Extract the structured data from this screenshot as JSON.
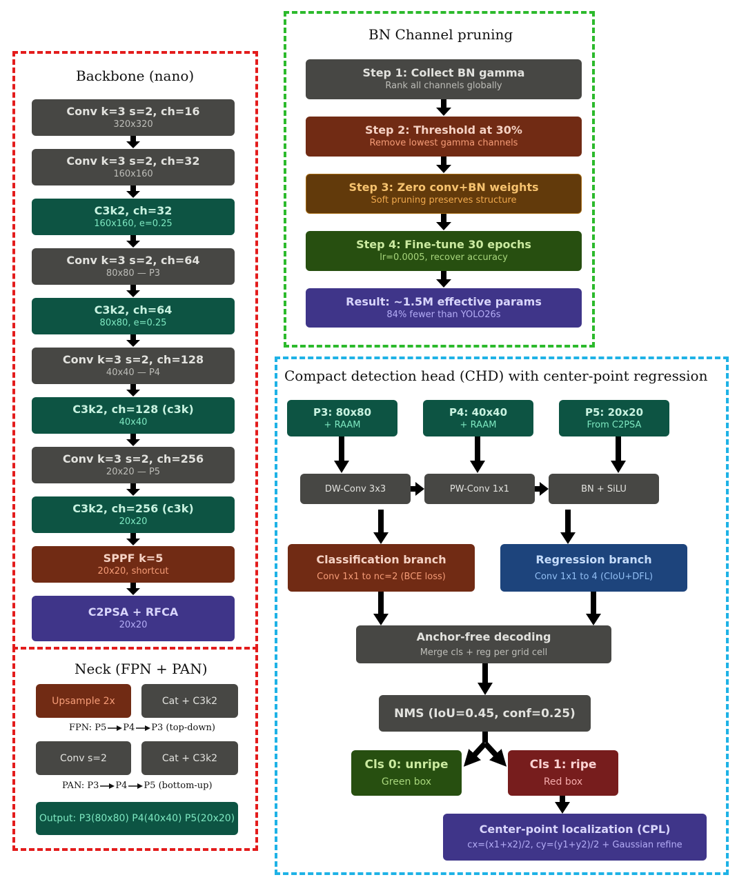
{
  "backbone": {
    "title": "Backbone (nano)",
    "blocks": [
      {
        "title": "Conv k=3 s=2, ch=16",
        "sub": "320x320"
      },
      {
        "title": "Conv k=3 s=2, ch=32",
        "sub": "160x160"
      },
      {
        "title": "C3k2, ch=32",
        "sub": "160x160, e=0.25"
      },
      {
        "title": "Conv k=3 s=2, ch=64",
        "sub": "80x80 — P3"
      },
      {
        "title": "C3k2, ch=64",
        "sub": "80x80, e=0.25"
      },
      {
        "title": "Conv k=3 s=2, ch=128",
        "sub": "40x40 — P4"
      },
      {
        "title": "C3k2, ch=128 (c3k)",
        "sub": "40x40"
      },
      {
        "title": "Conv k=3 s=2, ch=256",
        "sub": "20x20 — P5"
      },
      {
        "title": "C3k2, ch=256 (c3k)",
        "sub": "20x20"
      },
      {
        "title": "SPPF k=5",
        "sub": "20x20, shortcut"
      },
      {
        "title": "C2PSA + RFCA",
        "sub": "20x20"
      }
    ]
  },
  "neck": {
    "title": "Neck (FPN + PAN)",
    "upsample": "Upsample 2x",
    "cat1": "Cat + C3k2",
    "fpn": {
      "prefix": "FPN: P5",
      "mid": "P4",
      "end": "P3 (top-down)"
    },
    "conv": "Conv s=2",
    "cat2": "Cat + C3k2",
    "pan": {
      "prefix": "PAN: P3",
      "mid": "P4",
      "end": "P5 (bottom-up)"
    },
    "output": "Output: P3(80x80) P4(40x40) P5(20x20)"
  },
  "pruning": {
    "title": "BN Channel pruning",
    "steps": [
      {
        "title": "Step 1: Collect BN gamma",
        "sub": "Rank all channels globally"
      },
      {
        "title": "Step 2: Threshold at 30%",
        "sub": "Remove lowest gamma channels"
      },
      {
        "title": "Step 3: Zero conv+BN weights",
        "sub": "Soft pruning preserves structure"
      },
      {
        "title": "Step 4: Fine-tune 30 epochs",
        "sub": "lr=0.0005, recover accuracy"
      },
      {
        "title": "Result: ~1.5M effective params",
        "sub": "84% fewer than YOLO26s"
      }
    ]
  },
  "head": {
    "title": "Compact detection head (CHD) with center-point regression",
    "inputs": [
      {
        "title": "P3: 80x80",
        "sub": "+ RAAM"
      },
      {
        "title": "P4: 40x40",
        "sub": "+ RAAM"
      },
      {
        "title": "P5: 20x20",
        "sub": "From C2PSA"
      }
    ],
    "ops": [
      "DW-Conv 3x3",
      "PW-Conv 1x1",
      "BN + SiLU"
    ],
    "cls_branch": {
      "title": "Classification branch",
      "sub": "Conv 1x1 to nc=2 (BCE loss)"
    },
    "reg_branch": {
      "title": "Regression branch",
      "sub": "Conv 1x1 to 4 (CIoU+DFL)"
    },
    "decode": {
      "title": "Anchor-free decoding",
      "sub": "Merge cls + reg per grid cell"
    },
    "nms": {
      "title": "NMS (IoU=0.45, conf=0.25)"
    },
    "cls0": {
      "title": "Cls 0: unripe",
      "sub": "Green box"
    },
    "cls1": {
      "title": "Cls 1: ripe",
      "sub": "Red box"
    },
    "cpl": {
      "title": "Center-point localization (CPL)",
      "sub": "cx=(x1+x2)/2, cy=(y1+y2)/2 + Gaussian refine"
    }
  }
}
